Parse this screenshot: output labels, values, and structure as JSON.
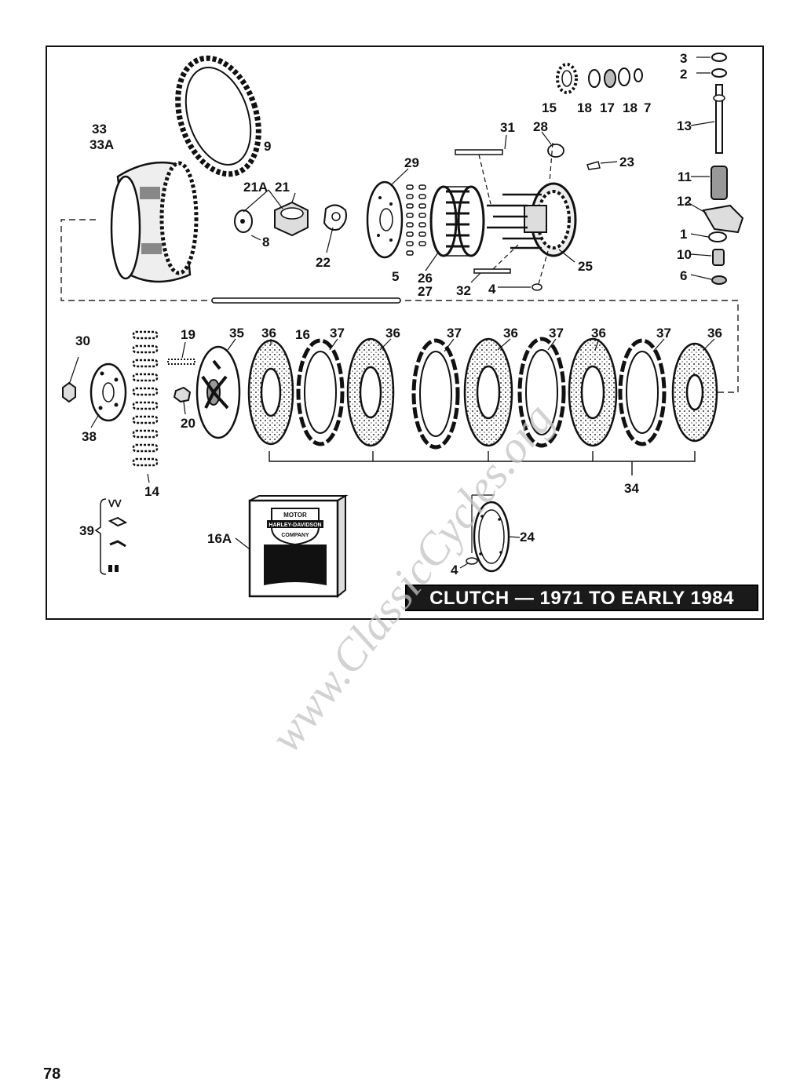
{
  "title": "CLUTCH — 1971 TO EARLY 1984",
  "watermark": "www.ClassicCycles.org",
  "page_number": "78",
  "logo": {
    "top": "MOTOR",
    "middle": "HARLEY-DAVIDSON",
    "bottom": "COMPANY"
  },
  "labels": {
    "l1": "1",
    "l2": "2",
    "l3": "3",
    "l4a": "4",
    "l4b": "4",
    "l5": "5",
    "l6": "6",
    "l7": "7",
    "l8": "8",
    "l9": "9",
    "l10": "10",
    "l11": "11",
    "l12": "12",
    "l13": "13",
    "l14": "14",
    "l15": "15",
    "l16": "16",
    "l16a": "16A",
    "l17": "17",
    "l18a": "18",
    "l18b": "18",
    "l19": "19",
    "l20": "20",
    "l21": "21",
    "l21a": "21A",
    "l22": "22",
    "l23": "23",
    "l24": "24",
    "l25": "25",
    "l26": "26",
    "l27": "27",
    "l28": "28",
    "l29": "29",
    "l30": "30",
    "l31": "31",
    "l32": "32",
    "l33": "33",
    "l33a": "33A",
    "l34": "34",
    "l35": "35",
    "l36a": "36",
    "l36b": "36",
    "l36c": "36",
    "l36d": "36",
    "l36e": "36",
    "l37a": "37",
    "l37b": "37",
    "l37c": "37",
    "l37d": "37",
    "l38": "38",
    "l39": "39"
  }
}
